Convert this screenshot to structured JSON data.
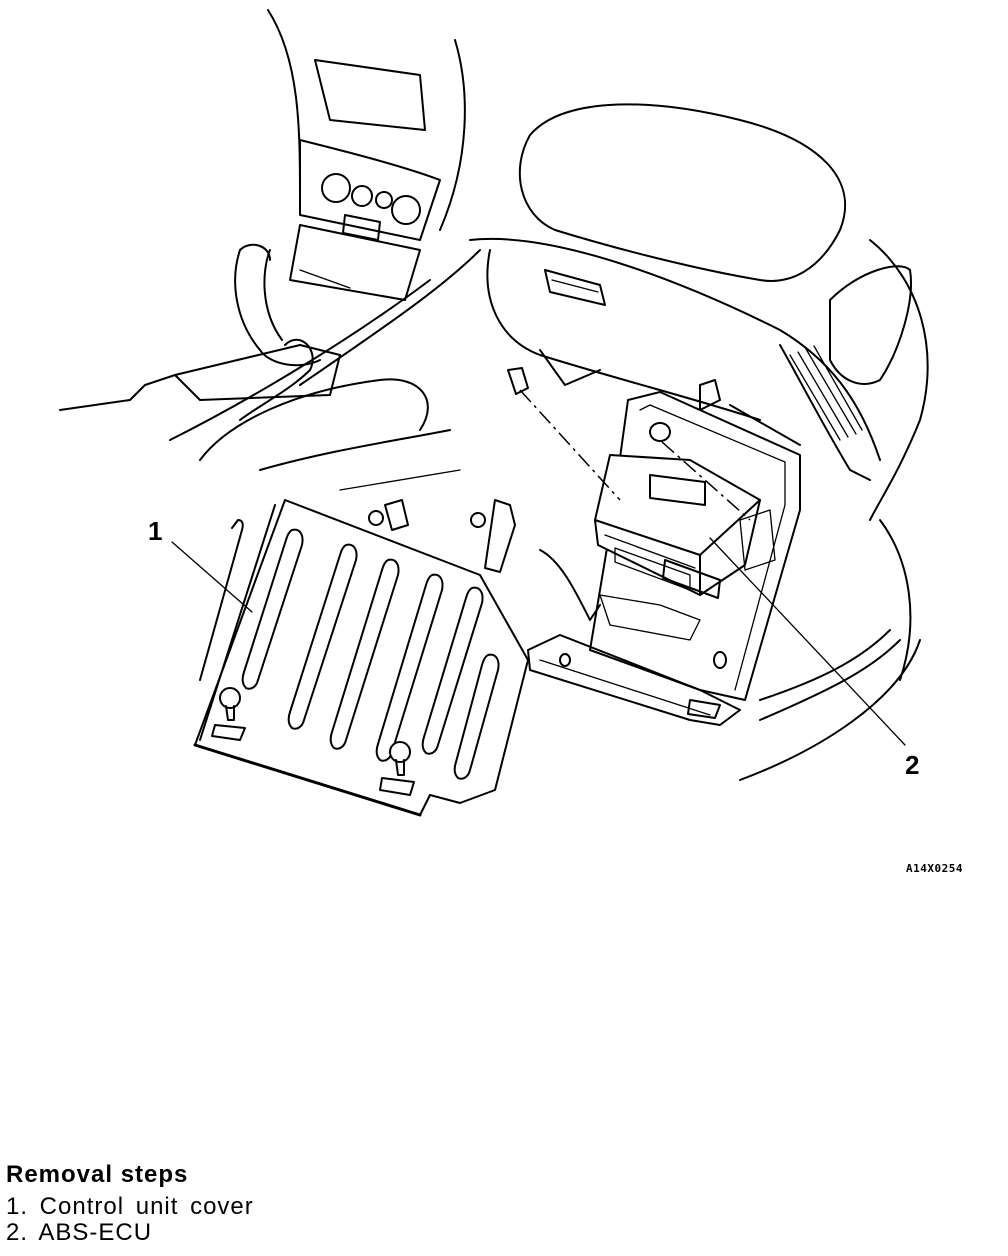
{
  "figure": {
    "callouts": [
      {
        "number": "1",
        "part": "Control unit cover"
      },
      {
        "number": "2",
        "part": "ABS-ECU"
      }
    ],
    "code": "A14X0254"
  },
  "removal_steps": {
    "heading": "Removal steps",
    "items": [
      "1. Control unit cover",
      "2. ABS-ECU"
    ]
  }
}
